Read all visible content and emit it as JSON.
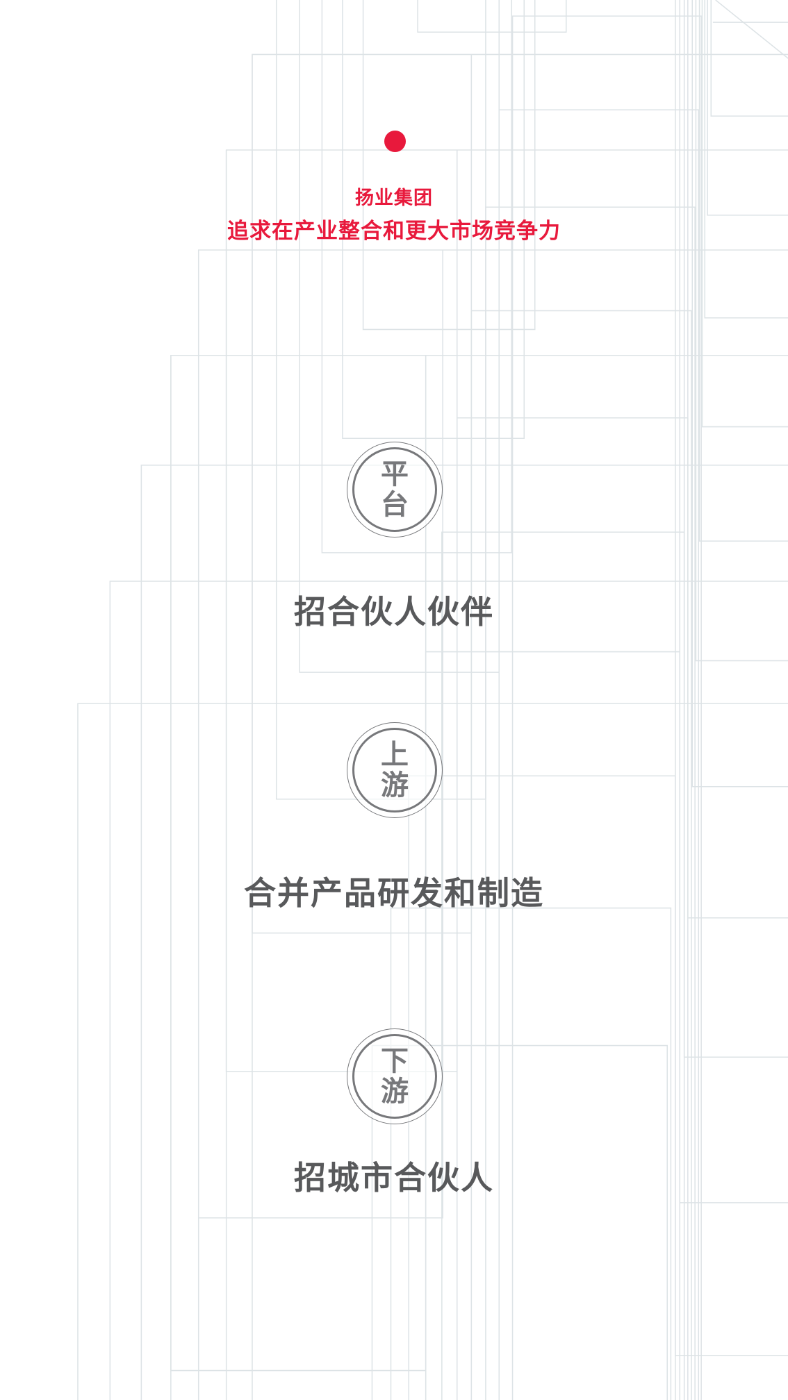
{
  "header": {
    "title": "扬业集团",
    "subtitle": "追求在产业整合和更大市场竞争力"
  },
  "sections": [
    {
      "badge": [
        "平",
        "台"
      ],
      "caption": "招合伙人伙伴"
    },
    {
      "badge": [
        "上",
        "游"
      ],
      "caption": "合并产品研发和制造"
    },
    {
      "badge": [
        "下",
        "游"
      ],
      "caption": "招城市合伙人"
    }
  ],
  "colors": {
    "accent": "#e8193c",
    "badge": "#77787b",
    "caption": "#58595b",
    "lines": "#dde3e6"
  }
}
